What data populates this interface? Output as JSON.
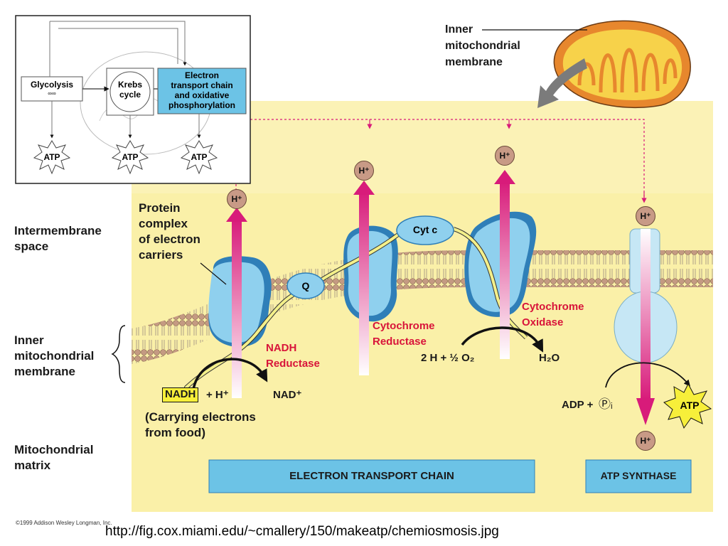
{
  "inset": {
    "glycolysis": "Glycolysis",
    "krebs_line1": "Krebs",
    "krebs_line2": "cycle",
    "etc_line1": "Electron",
    "etc_line2": "transport chain",
    "etc_line3": "and oxidative",
    "etc_line4": "phosphorylation",
    "atp1": "ATP",
    "atp2": "ATP",
    "atp3": "ATP"
  },
  "inner_membrane_callout": {
    "line1": "Inner",
    "line2": "mitochondrial",
    "line3": "membrane"
  },
  "left_labels": {
    "intermembrane_line1": "Intermembrane",
    "intermembrane_line2": "space",
    "inner_line1": "Inner",
    "inner_line2": "mitochondrial",
    "inner_line3": "membrane",
    "matrix_line1": "Mitochondrial",
    "matrix_line2": "matrix"
  },
  "protein_complex": {
    "line1": "Protein",
    "line2": "complex",
    "line3": "of electron",
    "line4": "carriers"
  },
  "carriers": {
    "q": "Q",
    "cytc": "Cyt c"
  },
  "enzymes": {
    "nadh_line1": "NADH",
    "nadh_line2": "Reductase",
    "cytred_line1": "Cytochrome",
    "cytred_line2": "Reductase",
    "cytox_line1": "Cytochrome",
    "cytox_line2": "Oxidase"
  },
  "reactions": {
    "nadh": "NADH",
    "plus_h": "+ H⁺",
    "nad": "NAD⁺",
    "carrying_line1": "(Carrying electrons",
    "carrying_line2": "from food)",
    "oxygen": "2 H + ½ O₂",
    "water": "H₂O",
    "adp": "ADP +",
    "pi": "Ⓟᵢ",
    "atp": "ATP"
  },
  "ions": {
    "h": "H⁺"
  },
  "bottom_bars": {
    "etc": "ELECTRON TRANSPORT CHAIN",
    "atp_synthase": "ATP SYNTHASE"
  },
  "footer": {
    "copyright": "©1999 Addison Wesley Longman, Inc.",
    "url": "http://fig.cox.miami.edu/~cmallery/150/makeatp/chemiosmosis.jpg"
  },
  "colors": {
    "background_yellow": "#faf0a8",
    "protein_blue": "#7fc6e8",
    "arrow_magenta": "#d81b7a",
    "label_red": "#d8143a",
    "bar_blue": "#6cc3e6",
    "mito_orange": "#e7872d",
    "mito_inner": "#f7d24a"
  }
}
